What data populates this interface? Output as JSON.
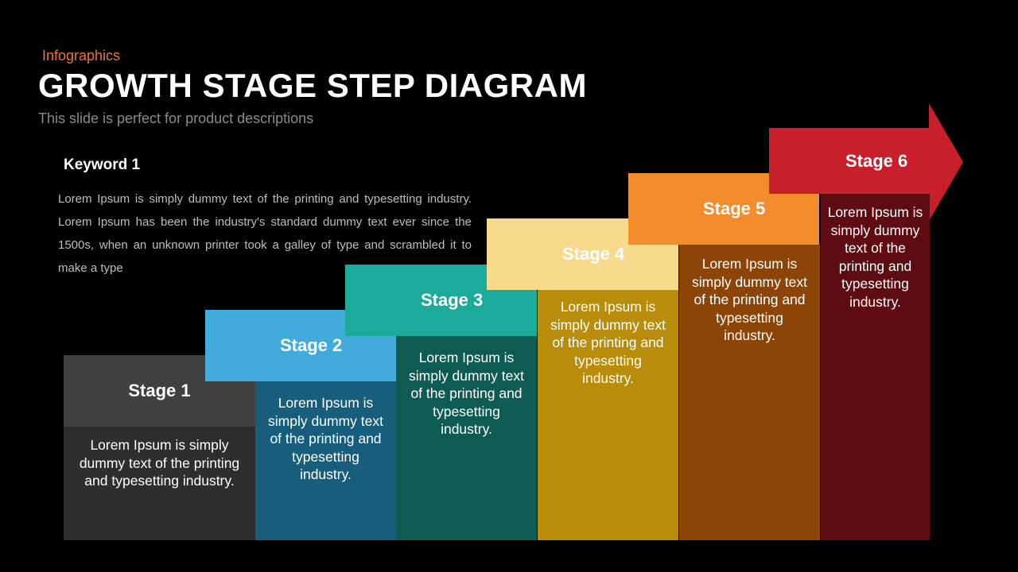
{
  "header": {
    "eyebrow": "Infographics",
    "title": "GROWTH STAGE STEP DIAGRAM",
    "subtitle": "This slide is perfect for product descriptions"
  },
  "keyword": {
    "title": "Keyword  1",
    "body": "Lorem Ipsum is simply dummy text of the printing and typesetting industry. Lorem Ipsum has been the industry's standard dummy text ever since the 1500s, when an unknown printer took a galley of type and scrambled it to make a type"
  },
  "stages": [
    {
      "label": "Stage 1",
      "text": "Lorem Ipsum is simply dummy text of the printing and typesetting industry.",
      "head_color": "#404040",
      "body_color": "#2e2e2e",
      "fold_color": "#2a2a2a"
    },
    {
      "label": "Stage 2",
      "text": "Lorem Ipsum is simply dummy text of the printing and typesetting industry.",
      "head_color": "#41acdc",
      "body_color": "#175e7d",
      "fold_color": "#2d8fbf"
    },
    {
      "label": "Stage 3",
      "text": "Lorem Ipsum is simply dummy text of the printing and typesetting industry.",
      "head_color": "#1caa9a",
      "body_color": "#0d5b53",
      "fold_color": "#13877a"
    },
    {
      "label": "Stage 4",
      "text": "Lorem Ipsum is simply dummy text of the printing and typesetting industry.",
      "head_color": "#f7da8c",
      "body_color": "#b98c0a",
      "fold_color": "#f2c12f"
    },
    {
      "label": "Stage 5",
      "text": "Lorem Ipsum is simply dummy text of the printing and typesetting industry.",
      "head_color": "#f28c2c",
      "body_color": "#8c4407",
      "fold_color": "#d8690a"
    },
    {
      "label": "Stage 6",
      "text": "Lorem Ipsum is simply dummy text of the printing and typesetting industry.",
      "head_color": "#c8202a",
      "body_color": "#5e0b12",
      "fold_color": "#98161d"
    }
  ]
}
